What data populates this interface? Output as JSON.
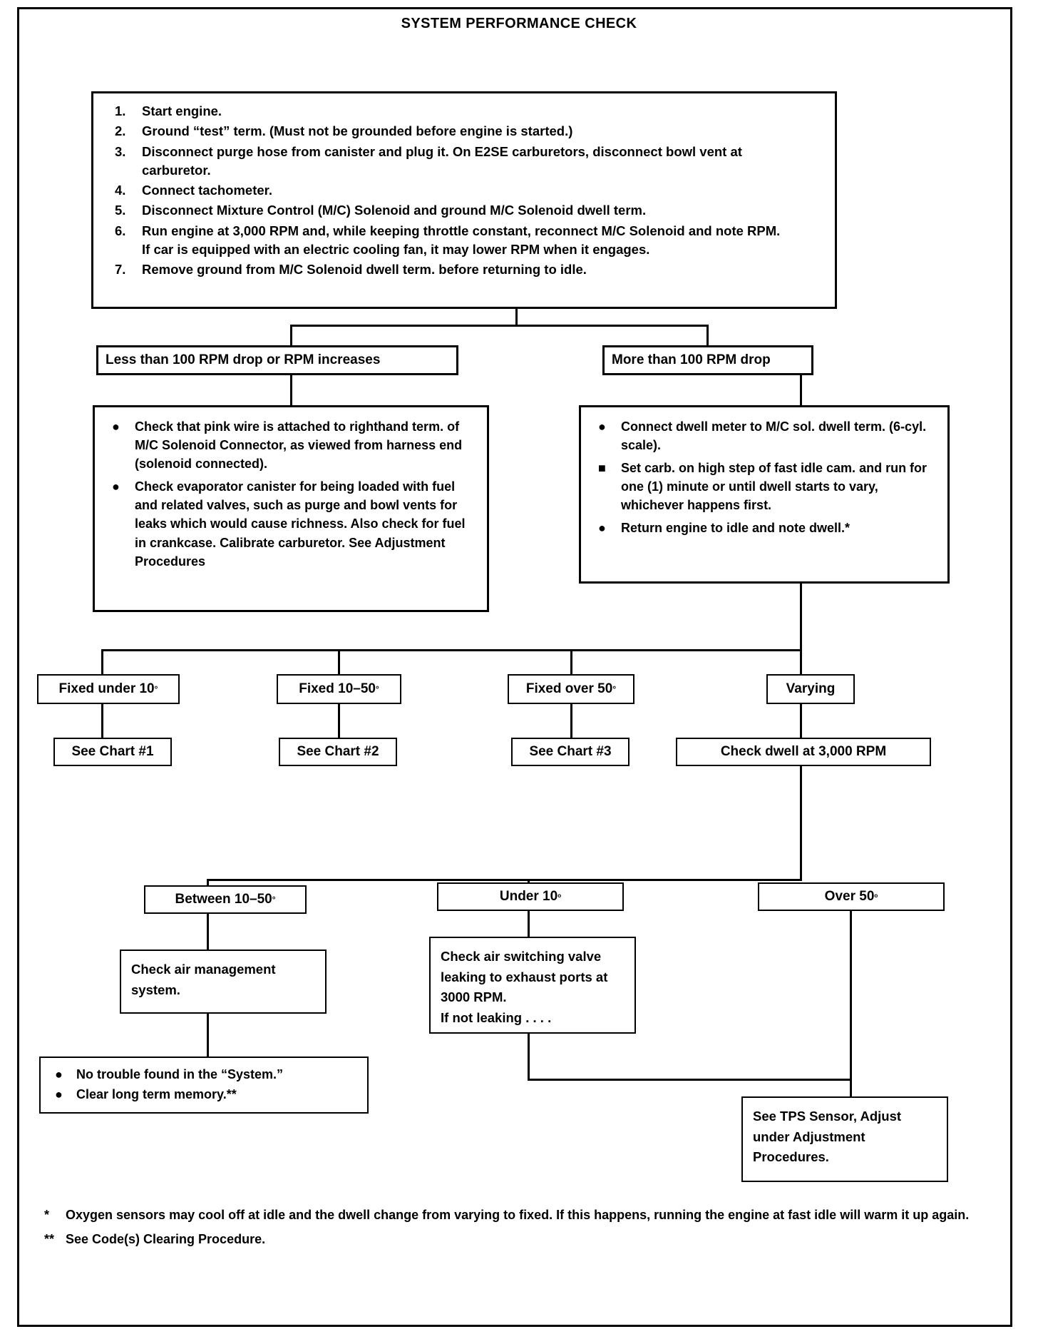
{
  "page": {
    "title": "SYSTEM PERFORMANCE CHECK",
    "footer_code": ""
  },
  "steps": {
    "items": [
      {
        "num": "1.",
        "text": "Start engine."
      },
      {
        "num": "2.",
        "text": "Ground “test” term.  (Must not be grounded before engine is started.)"
      },
      {
        "num": "3.",
        "text": "Disconnect  purge  hose  from  canister  and  plug  it. On E2SE  carburetors,  disconnect  bowl  vent  at",
        "text2": "carburetor."
      },
      {
        "num": "4.",
        "text": "Connect tachometer."
      },
      {
        "num": "5.",
        "text": "Disconnect Mixture Control (M/C) Solenoid and ground M/C Solenoid dwell term."
      },
      {
        "num": "6.",
        "text": "Run engine at 3,000 RPM and, while keeping throttle constant, reconnect M/C Solenoid and note RPM.",
        "text2": "If car is equipped with an electric cooling fan, it may lower RPM when it engages."
      },
      {
        "num": "7.",
        "text": "Remove ground from M/C Solenoid dwell term. before returning to idle."
      }
    ]
  },
  "branch": {
    "left_label": "Less than 100 RPM drop or RPM increases",
    "right_label": "More than 100 RPM drop"
  },
  "left_actions": {
    "bullets": [
      "Check that pink wire is attached to righthand term. of M/C Solenoid Connector, as viewed from harness end (solenoid connected).",
      "Check evaporator canister for being loaded with fuel and related valves, such as purge and bowl vents for leaks which would cause richness. Also check for fuel in crankcase.  Calibrate carburetor. See Adjustment  Procedures"
    ]
  },
  "right_actions": {
    "bullets": [
      "Connect dwell meter to M/C sol. dwell term. (6-cyl. scale).",
      "Set carb. on high step of fast idle cam. and run for one (1) minute or until dwell starts to vary, whichever happens first.",
      "Return engine to idle and note dwell.*"
    ]
  },
  "dwell_results": {
    "fixed_under_10": "Fixed under 10",
    "fixed_10_50": "Fixed 10–50",
    "fixed_over_50": "Fixed over 50",
    "varying": "Varying",
    "degree": "°"
  },
  "charts": {
    "chart1": "See Chart #1",
    "chart2": "See Chart #2",
    "chart3": "See Chart #3",
    "check_dwell": "Check dwell at 3,000 RPM"
  },
  "dwell_3000": {
    "between": "Between 10–50",
    "under": "Under 10",
    "over": "Over 50",
    "degree_sup": "°",
    "degree_o": "ᵒ"
  },
  "outcomes": {
    "air_management": "Check air management system.",
    "air_switching": "Check air switching valve leaking to exhaust ports at 3000 RPM.",
    "air_switching_line2": "If not leaking . . . .",
    "tps": "See TPS Sensor, Adjust under Adjustment Procedures.",
    "no_trouble_bullets": [
      "No trouble found in the “System.”",
      "Clear long term memory.**"
    ]
  },
  "footnotes": [
    {
      "mark": "*",
      "text": "Oxygen sensors may cool off at idle and the dwell change from varying to fixed.  If this happens, running the engine at fast idle will warm it up again."
    },
    {
      "mark": "**",
      "text": "See Code(s) Clearing Procedure."
    }
  ],
  "chart_data": {
    "type": "flowchart-table",
    "title": "SYSTEM PERFORMANCE CHECK",
    "nodes": [
      {
        "id": "procedure",
        "label": "7-step system performance check procedure"
      },
      {
        "id": "less-100",
        "label": "Less than 100 RPM drop or RPM increases"
      },
      {
        "id": "more-100",
        "label": "More than 100 RPM drop"
      },
      {
        "id": "fixed-under-10",
        "label": "Fixed under 10°",
        "next": "See Chart #1"
      },
      {
        "id": "fixed-10-50",
        "label": "Fixed 10–50°",
        "next": "See Chart #2"
      },
      {
        "id": "fixed-over-50",
        "label": "Fixed over 50°",
        "next": "See Chart #3"
      },
      {
        "id": "varying",
        "label": "Varying",
        "next": "Check dwell at 3,000 RPM"
      },
      {
        "id": "between-10-50",
        "label": "Between 10–50°",
        "next": "Check air management system."
      },
      {
        "id": "under-10",
        "label": "Under 10ᵒ",
        "next": "Check air switching valve leaking to exhaust ports at 3000 RPM."
      },
      {
        "id": "over-50",
        "label": "Over 50ᵒ",
        "next": "See TPS Sensor, Adjust under Adjustment Procedures."
      }
    ]
  }
}
